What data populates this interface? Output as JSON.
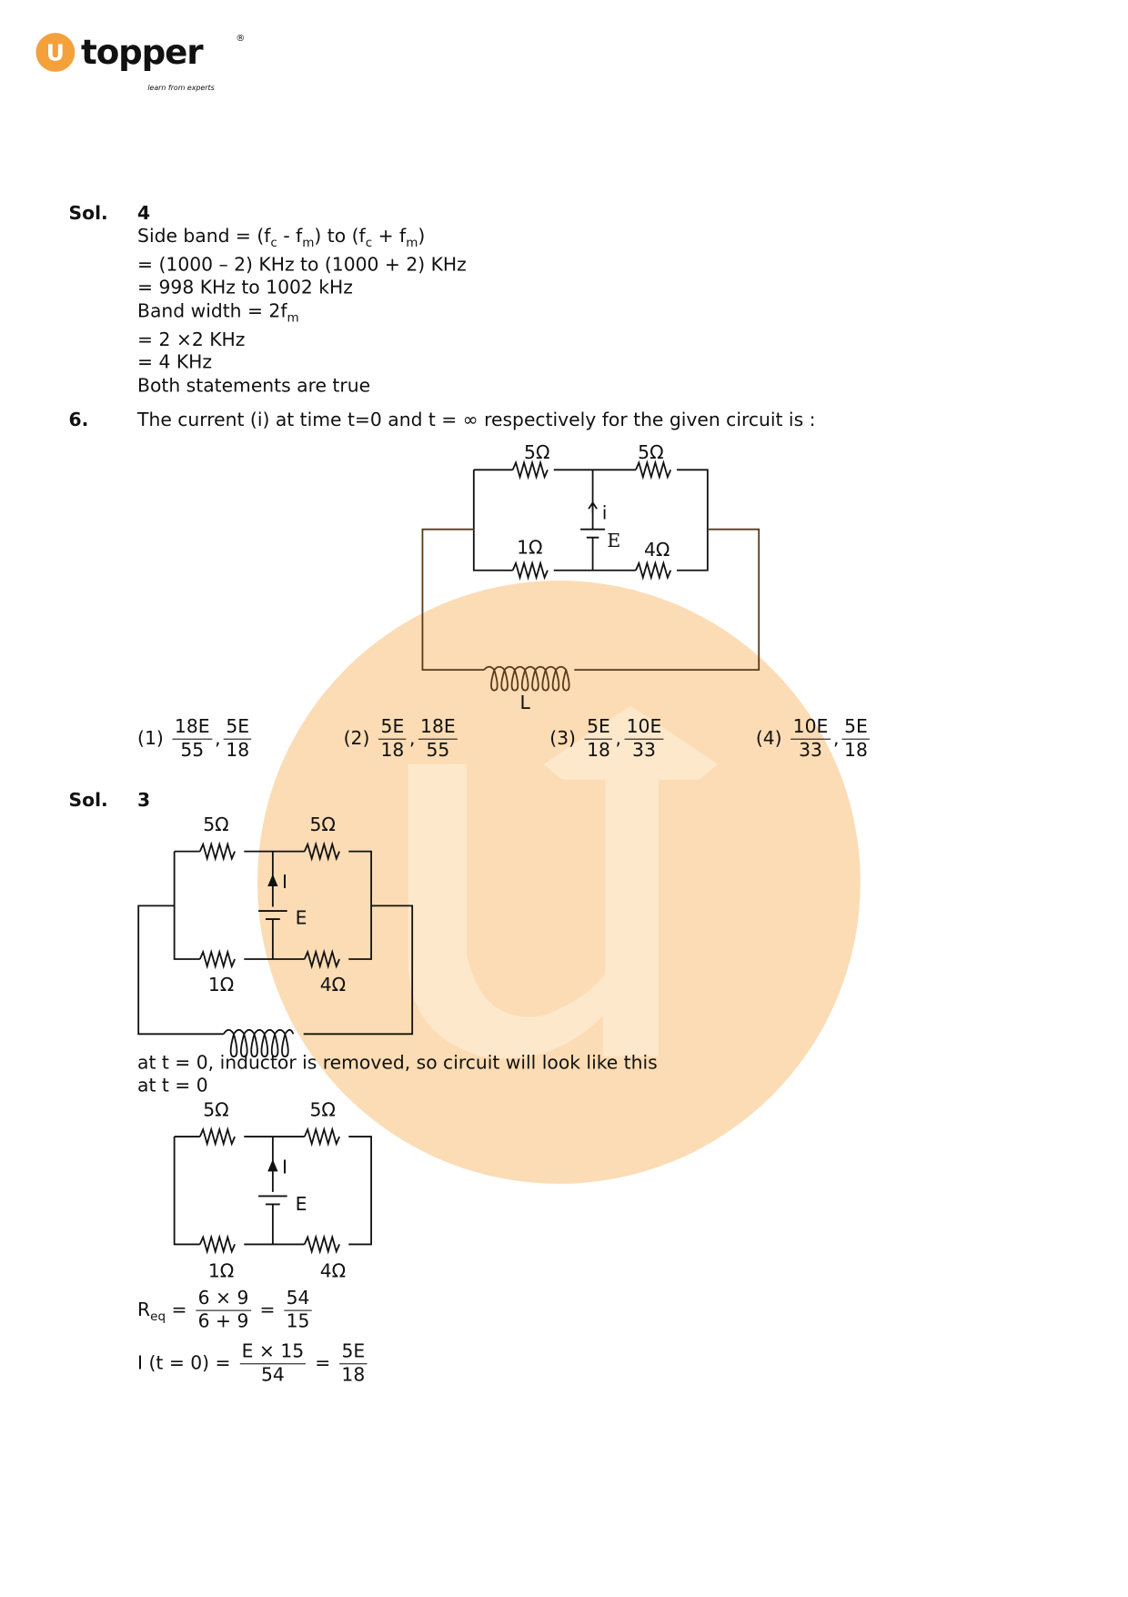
{
  "logo": {
    "brand": "topper",
    "tagline": "learn from experts",
    "mark": "U"
  },
  "sol5": {
    "label": "Sol.",
    "answer": "4",
    "lines": [
      "Side band = (f",
      "c",
      " - f",
      "m",
      ") to (f",
      "c",
      " + f",
      "m",
      ")"
    ],
    "l2": "= (1000 – 2) KHz to (1000 + 2) KHz",
    "l3": "= 998 KHz to 1002 kHz",
    "l4a": "Band width = 2f",
    "l4b": "m",
    "l5": "= 2 ×2 KHz",
    "l6": "= 4 KHz",
    "l7": "Both statements are true"
  },
  "q6": {
    "number": "6.",
    "text": "The current (i) at time t=0 and t = ∞ respectively for the given circuit is :",
    "circuit": {
      "r_top_left": "5Ω",
      "r_top_right": "5Ω",
      "r_bot_left": "1Ω",
      "r_bot_right": "4Ω",
      "current": "i",
      "source": "E",
      "inductor": "L"
    },
    "options": [
      {
        "label": "(1)",
        "a_num": "18E",
        "a_den": "55",
        "b_num": "5E",
        "b_den": "18"
      },
      {
        "label": "(2)",
        "a_num": "5E",
        "a_den": "18",
        "b_num": "18E",
        "b_den": "55"
      },
      {
        "label": "(3)",
        "a_num": "5E",
        "a_den": "18",
        "b_num": "10E",
        "b_den": "33"
      },
      {
        "label": "(4)",
        "a_num": "10E",
        "a_den": "33",
        "b_num": "5E",
        "b_den": "18"
      }
    ]
  },
  "sol6": {
    "label": "Sol.",
    "answer": "3",
    "circuit": {
      "r1": "5Ω",
      "r2": "5Ω",
      "r3": "1Ω",
      "r4": "4Ω",
      "current": "I",
      "source": "E"
    },
    "note": "at t = 0, inductor is removed, so circuit will look like this",
    "at": "at t =  0",
    "req_a": "R",
    "req_b": "eq",
    "eq": "=",
    "req_num": "6 × 9",
    "req_den": "6 + 9",
    "req_num2": "54",
    "req_den2": "15",
    "i_label": "I (t = 0) =",
    "i_num": "E × 15",
    "i_den": "54",
    "i_num2": "5E",
    "i_den2": "18"
  },
  "colors": {
    "brand": "#f4a13c",
    "watermark": "#fbdcb4"
  }
}
